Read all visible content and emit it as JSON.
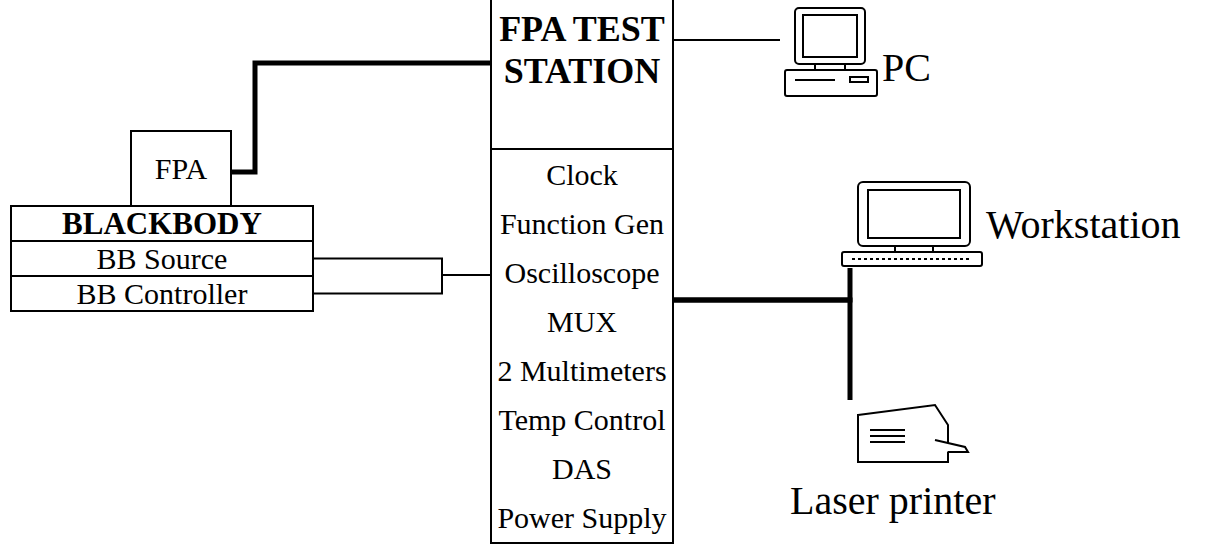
{
  "diagram": {
    "nodes": [
      {
        "text": [
          "FPA TEST STATION",
          "Clock",
          "Function Gen",
          "Oscilloscope",
          "MUX",
          "2 Multimeters",
          "Temp Control",
          "DAS",
          "Power Supply"
        ]
      },
      {
        "text": [
          "FPA"
        ]
      },
      {
        "text": [
          "BLACKBODY"
        ]
      },
      {
        "text": [
          "BB Source"
        ]
      },
      {
        "text": [
          "BB Controller"
        ]
      },
      {
        "text": [
          "PC"
        ]
      },
      {
        "text": [
          "Workstation"
        ]
      },
      {
        "text": [
          "Laser printer"
        ]
      }
    ],
    "edges": [
      {
        "from": 1,
        "to": 0,
        "arrow": "none"
      },
      {
        "from": 3,
        "to": 0,
        "arrow": "none"
      },
      {
        "from": 4,
        "to": 0,
        "arrow": "none"
      },
      {
        "from": 0,
        "to": 5,
        "arrow": "none"
      },
      {
        "from": 0,
        "to": 6,
        "arrow": "none"
      },
      {
        "from": 0,
        "to": 7,
        "arrow": "none"
      }
    ]
  }
}
